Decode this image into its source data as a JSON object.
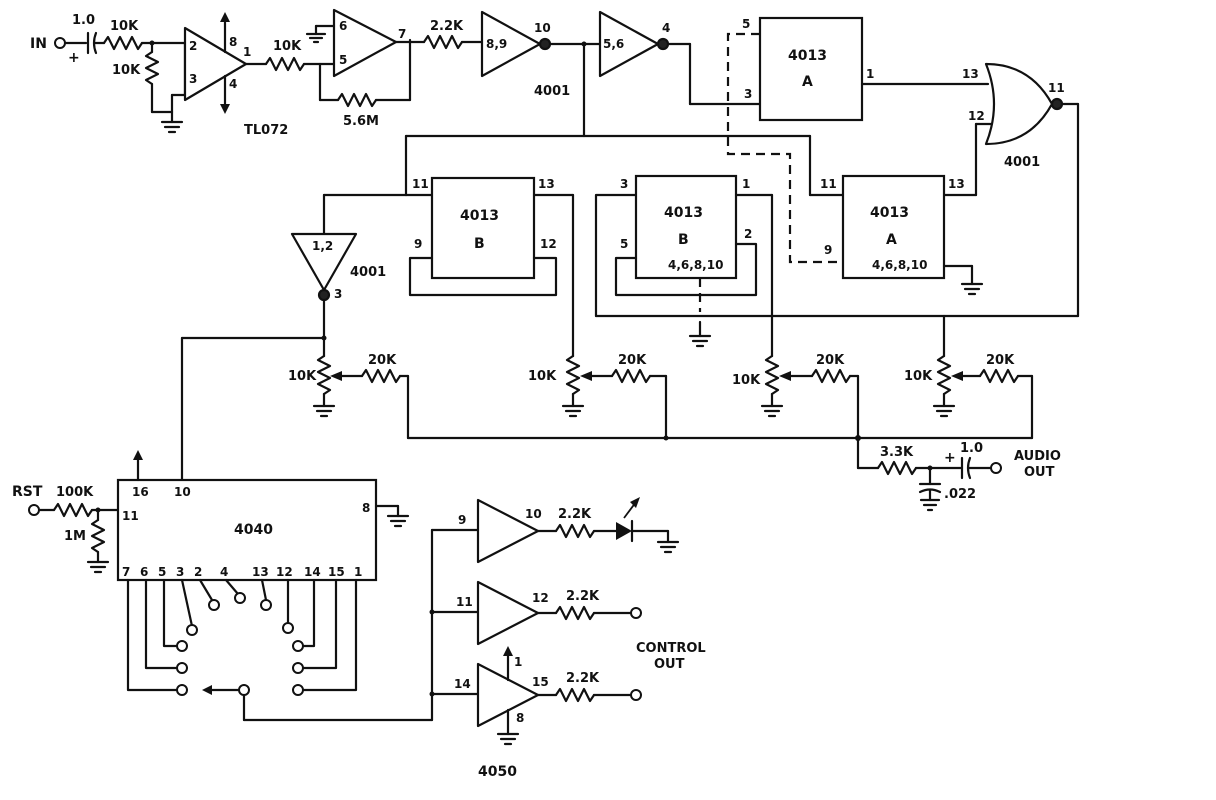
{
  "labels": {
    "in": "IN",
    "cap_in": "1.0",
    "plus": "+",
    "r_in": "10K",
    "r_in_bias": "10K",
    "r_gain1": "10K",
    "r_fb": "5.6M",
    "r_2k2_a": "2.2K",
    "opamp": "TL072",
    "u4001_top": "4001",
    "u4001_right": "4001",
    "u4001_left": "4001",
    "ff_a_top": "4013",
    "ff_a_top_sub": "A",
    "ff_b_left": "4013",
    "ff_b_left_sub": "B",
    "ff_b_mid": "4013",
    "ff_b_mid_sub": "B",
    "ff_a_right": "4013",
    "ff_a_right_sub": "A",
    "pwr_pins": "4,6,8,10",
    "pwr_pins_2": "4,6,8,10",
    "pot1": "10K",
    "pot2": "10K",
    "pot3": "10K",
    "pot4": "10K",
    "mix1": "20K",
    "mix2": "20K",
    "mix3": "20K",
    "mix4": "20K",
    "r_out": "3.3K",
    "cap_out": "1.0",
    "cap_022": ".022",
    "audio_out_1": "AUDIO",
    "audio_out_2": "OUT",
    "rst": "RST",
    "r_rst": "100K",
    "r_1m": "1M",
    "counter": "4040",
    "r_led": "2.2K",
    "r_ctl1": "2.2K",
    "r_ctl2": "2.2K",
    "control_out_1": "CONTROL",
    "control_out_2": "OUT",
    "buffer": "4050"
  },
  "pins": {
    "oa_2": "2",
    "oa_3": "3",
    "oa_8": "8",
    "oa_4": "4",
    "oa_1": "1",
    "ob_6": "6",
    "ob_5": "5",
    "ob_7": "7",
    "g1_in": "8,9",
    "g1_out": "10",
    "g2_in": "5,6",
    "g2_out": "4",
    "ffa_5": "5",
    "ffa_3": "3",
    "ffa_1": "1",
    "nor_13": "13",
    "nor_12": "12",
    "nor_11": "11",
    "ffbl_11": "11",
    "ffbl_13": "13",
    "ffbl_9": "9",
    "ffbl_12": "12",
    "ffbm_3": "3",
    "ffbm_1": "1",
    "ffbm_5": "5",
    "ffbm_2": "2",
    "ffar_11": "11",
    "ffar_13": "13",
    "ffar_9": "9",
    "inv_in": "1,2",
    "inv_out": "3",
    "c_16": "16",
    "c_10": "10",
    "c_11": "11",
    "c_8": "8",
    "c_bottom": [
      "7",
      "6",
      "5",
      "3",
      "2",
      "4",
      "13",
      "12",
      "14",
      "15",
      "1"
    ],
    "b_9": "9",
    "b_10": "10",
    "b_11": "11",
    "b_12": "12",
    "b_14": "14",
    "b_15": "15",
    "b_1": "1",
    "b_8": "8"
  }
}
